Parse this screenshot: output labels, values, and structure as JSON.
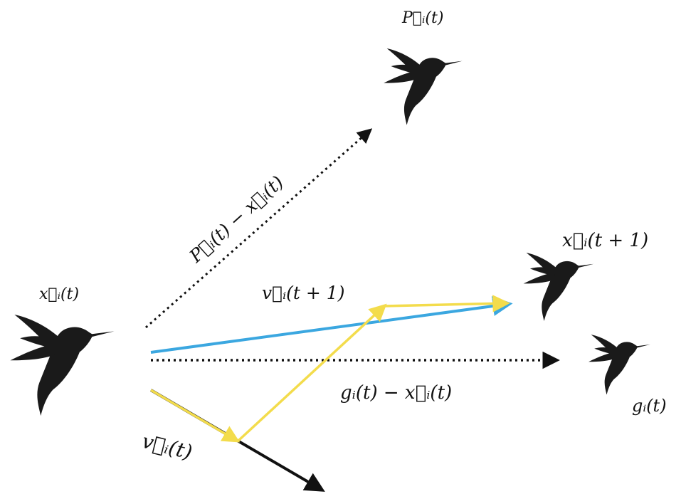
{
  "labels": {
    "x_t": "x⃗ᵢ(t)",
    "p_t": "P⃗ᵢ(t)",
    "x_t1": "x⃗ᵢ(t + 1)",
    "g_t": "gᵢ(t)",
    "v_t": "v⃗ᵢ(t)",
    "v_t1": "v⃗ᵢ(t + 1)",
    "p_minus_x": "P⃗ᵢ(t) − x⃗ᵢ(t)",
    "g_minus_x": "gᵢ(t) − x⃗ᵢ(t)"
  },
  "colors": {
    "bird": "#1a1a1a",
    "dotted": "#111111",
    "velocity_new": "#3ba7e0",
    "yellow": "#f3dc4c",
    "velocity_old": "#111111"
  },
  "icons": {
    "bird": "hummingbird-silhouette"
  }
}
